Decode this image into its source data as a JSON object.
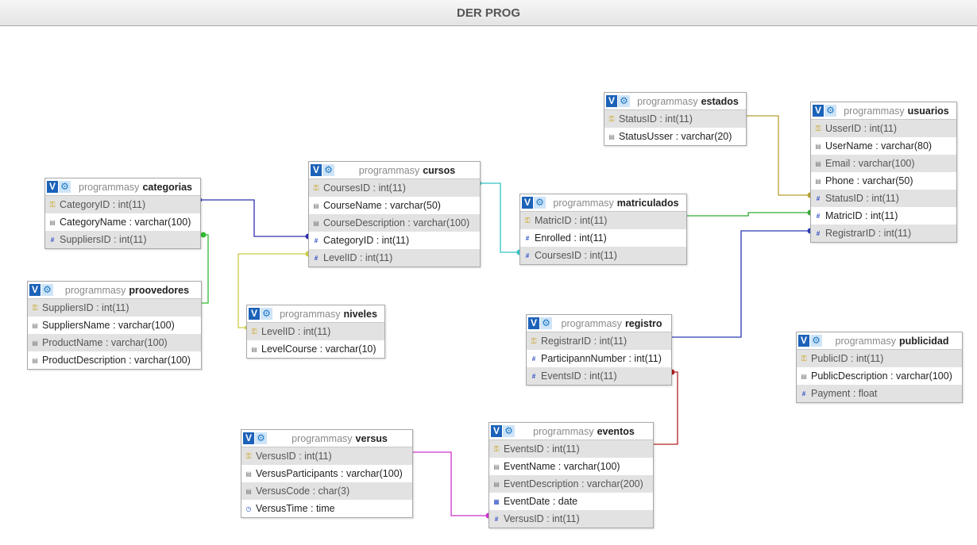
{
  "title": "DER PROG",
  "database": "programmasy",
  "tables": {
    "categorias": {
      "name": "categorias",
      "fields": [
        {
          "name": "CategoryID",
          "type": "int(11)",
          "icon": "key-icon"
        },
        {
          "name": "CategoryName",
          "type": "varchar(100)",
          "icon": "text-icon"
        },
        {
          "name": "SuppliersID",
          "type": "int(11)",
          "icon": "number-icon"
        }
      ]
    },
    "proovedores": {
      "name": "proovedores",
      "fields": [
        {
          "name": "SuppliersID",
          "type": "int(11)",
          "icon": "key-icon"
        },
        {
          "name": "SuppliersName",
          "type": "varchar(100)",
          "icon": "text-icon"
        },
        {
          "name": "ProductName",
          "type": "varchar(100)",
          "icon": "text-icon"
        },
        {
          "name": "ProductDescription",
          "type": "varchar(100)",
          "icon": "text-icon"
        }
      ]
    },
    "cursos": {
      "name": "cursos",
      "fields": [
        {
          "name": "CoursesID",
          "type": "int(11)",
          "icon": "key-icon"
        },
        {
          "name": "CourseName",
          "type": "varchar(50)",
          "icon": "text-icon"
        },
        {
          "name": "CourseDescription",
          "type": "varchar(100)",
          "icon": "text-icon"
        },
        {
          "name": "CategoryID",
          "type": "int(11)",
          "icon": "number-icon"
        },
        {
          "name": "LevelID",
          "type": "int(11)",
          "icon": "number-icon"
        }
      ]
    },
    "niveles": {
      "name": "niveles",
      "fields": [
        {
          "name": "LevelID",
          "type": "int(11)",
          "icon": "key-icon"
        },
        {
          "name": "LevelCourse",
          "type": "varchar(10)",
          "icon": "text-icon"
        }
      ]
    },
    "estados": {
      "name": "estados",
      "fields": [
        {
          "name": "StatusID",
          "type": "int(11)",
          "icon": "key-icon"
        },
        {
          "name": "StatusUsser",
          "type": "varchar(20)",
          "icon": "text-icon"
        }
      ]
    },
    "usuarios": {
      "name": "usuarios",
      "fields": [
        {
          "name": "UsserID",
          "type": "int(11)",
          "icon": "key-icon"
        },
        {
          "name": "UserName",
          "type": "varchar(80)",
          "icon": "text-icon"
        },
        {
          "name": "Email",
          "type": "varchar(100)",
          "icon": "text-icon"
        },
        {
          "name": "Phone",
          "type": "varchar(50)",
          "icon": "text-icon"
        },
        {
          "name": "StatusID",
          "type": "int(11)",
          "icon": "number-icon"
        },
        {
          "name": "MatricID",
          "type": "int(11)",
          "icon": "number-icon"
        },
        {
          "name": "RegistrarID",
          "type": "int(11)",
          "icon": "number-icon"
        }
      ]
    },
    "matriculados": {
      "name": "matriculados",
      "fields": [
        {
          "name": "MatricID",
          "type": "int(11)",
          "icon": "key-icon"
        },
        {
          "name": "Enrolled",
          "type": "int(11)",
          "icon": "number-icon"
        },
        {
          "name": "CoursesID",
          "type": "int(11)",
          "icon": "number-icon"
        }
      ]
    },
    "registro": {
      "name": "registro",
      "fields": [
        {
          "name": "RegistrarID",
          "type": "int(11)",
          "icon": "key-icon"
        },
        {
          "name": "ParticipannNumber",
          "type": "int(11)",
          "icon": "number-icon"
        },
        {
          "name": "EventsID",
          "type": "int(11)",
          "icon": "number-icon"
        }
      ]
    },
    "publicidad": {
      "name": "publicidad",
      "fields": [
        {
          "name": "PublicID",
          "type": "int(11)",
          "icon": "key-icon"
        },
        {
          "name": "PublicDescription",
          "type": "varchar(100)",
          "icon": "text-icon"
        },
        {
          "name": "Payment",
          "type": "float",
          "icon": "number-icon"
        }
      ]
    },
    "versus": {
      "name": "versus",
      "fields": [
        {
          "name": "VersusID",
          "type": "int(11)",
          "icon": "key-icon"
        },
        {
          "name": "VersusParticipants",
          "type": "varchar(100)",
          "icon": "text-icon"
        },
        {
          "name": "VersusCode",
          "type": "char(3)",
          "icon": "text-icon"
        },
        {
          "name": "VersusTime",
          "type": "time",
          "icon": "time-icon"
        }
      ]
    },
    "eventos": {
      "name": "eventos",
      "fields": [
        {
          "name": "EventsID",
          "type": "int(11)",
          "icon": "key-icon"
        },
        {
          "name": "EventName",
          "type": "varchar(100)",
          "icon": "text-icon"
        },
        {
          "name": "EventDescription",
          "type": "varchar(200)",
          "icon": "text-icon"
        },
        {
          "name": "EventDate",
          "type": "date",
          "icon": "date-icon"
        },
        {
          "name": "VersusID",
          "type": "int(11)",
          "icon": "number-icon"
        }
      ]
    }
  },
  "relations": [
    {
      "from": "categorias.CategoryID",
      "to": "cursos.CategoryID",
      "color": "#3030b0"
    },
    {
      "from": "categorias.SuppliersID",
      "to": "proovedores.SuppliersID",
      "color": "#33bb33"
    },
    {
      "from": "niveles.LevelID",
      "to": "cursos.LevelID",
      "color": "#cccc44"
    },
    {
      "from": "cursos.CoursesID",
      "to": "matriculados.CoursesID",
      "color": "#33c2c2"
    },
    {
      "from": "matriculados.MatricID",
      "to": "usuarios.MatricID",
      "color": "#33aa33"
    },
    {
      "from": "estados.StatusID",
      "to": "usuarios.StatusID",
      "color": "#b8a030"
    },
    {
      "from": "registro.RegistrarID",
      "to": "usuarios.RegistrarID",
      "color": "#2a3ab0"
    },
    {
      "from": "eventos.EventsID",
      "to": "registro.EventsID",
      "color": "#b02020"
    },
    {
      "from": "versus.VersusID",
      "to": "eventos.VersusID",
      "color": "#cc33cc"
    }
  ]
}
